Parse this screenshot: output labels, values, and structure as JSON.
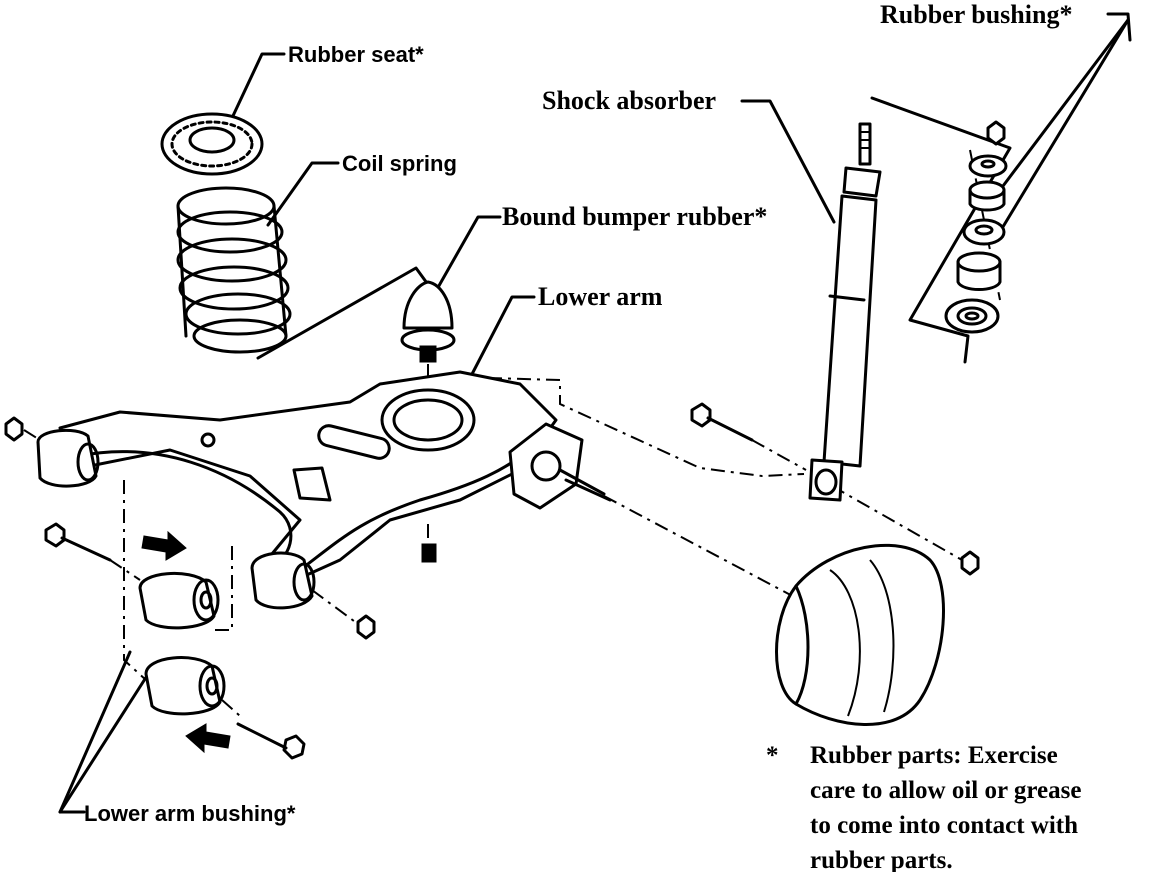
{
  "labels": {
    "rubber_bushing": "Rubber bushing*",
    "rubber_seat": "Rubber seat*",
    "shock_absorber": "Shock absorber",
    "coil_spring": "Coil spring",
    "bound_bumper_rubber": "Bound bumper rubber*",
    "lower_arm": "Lower arm",
    "lower_arm_bushing": "Lower arm bushing*"
  },
  "note": {
    "marker": "*",
    "lines": [
      "Rubber parts:  Exercise",
      "care to allow oil or grease",
      "to come into contact with",
      "rubber parts."
    ]
  },
  "colors": {
    "ink": "#000000",
    "paper": "#ffffff"
  }
}
